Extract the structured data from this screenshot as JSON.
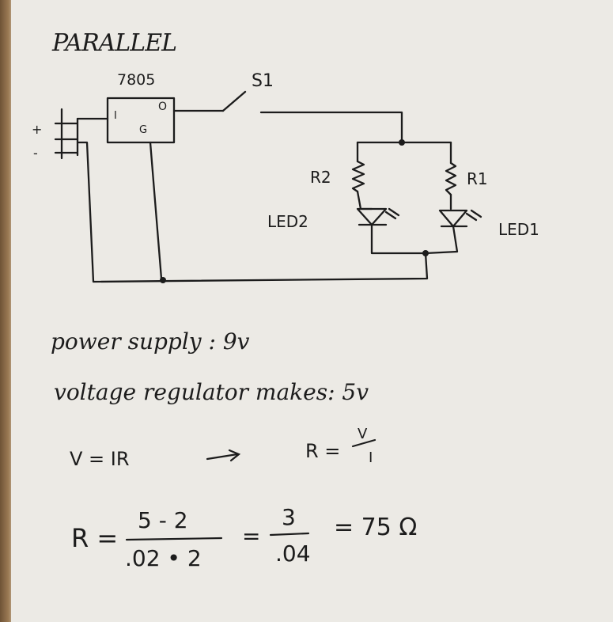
{
  "title": "PARALLEL",
  "circuit": {
    "regulator": {
      "name": "7805",
      "pin_in": "I",
      "pin_out": "O",
      "pin_gnd": "G"
    },
    "switch": "S1",
    "input_plus": "+",
    "input_minus": "-",
    "resistor_left": "R2",
    "resistor_right": "R1",
    "led_left": "LED2",
    "led_right": "LED1"
  },
  "notes": {
    "line1": "power supply : 9v",
    "line2": "voltage regulator makes: 5v",
    "ohm_law": "V = IR",
    "arrow": "→",
    "rearranged": {
      "lhs": "R =",
      "num": "V",
      "den": "I"
    },
    "calc": {
      "lhs": "R =",
      "frac1_num": "5 - 2",
      "frac1_den": ".02 • 2",
      "eq1": "=",
      "frac2_num": "3",
      "frac2_den": ".04",
      "result": "= 75 Ω"
    }
  }
}
